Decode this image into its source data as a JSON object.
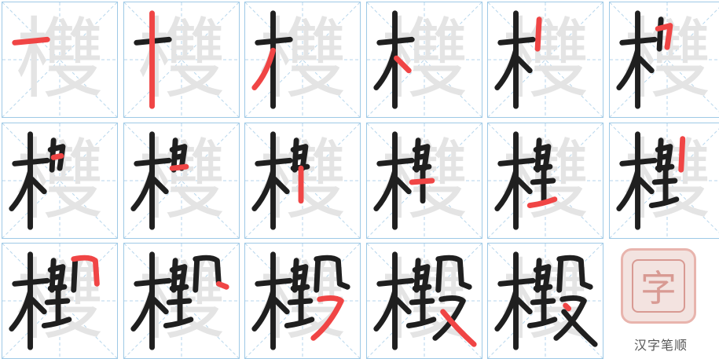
{
  "character": "欆",
  "stroke_count": 17,
  "logo_seal": "字",
  "brand_text": "汉字笔顺",
  "colors": {
    "grid_line": "#9ec9e6",
    "guide_dash": "#b7d6ec",
    "ghost": "#e4e4e4",
    "ink": "#1f1f1f",
    "current_stroke": "#f04545"
  }
}
